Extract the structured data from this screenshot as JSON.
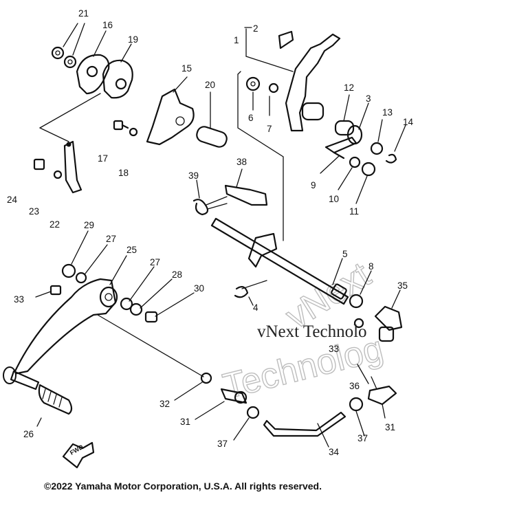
{
  "diagram": {
    "callouts": [
      {
        "id": "21",
        "text": "21"
      },
      {
        "id": "16",
        "text": "16"
      },
      {
        "id": "19",
        "text": "19"
      },
      {
        "id": "15",
        "text": "15"
      },
      {
        "id": "20",
        "text": "20"
      },
      {
        "id": "17",
        "text": "17"
      },
      {
        "id": "18",
        "text": "18"
      },
      {
        "id": "24",
        "text": "24"
      },
      {
        "id": "23",
        "text": "23"
      },
      {
        "id": "22",
        "text": "22"
      },
      {
        "id": "1",
        "text": "1"
      },
      {
        "id": "2",
        "text": "2"
      },
      {
        "id": "6",
        "text": "6"
      },
      {
        "id": "7",
        "text": "7"
      },
      {
        "id": "12",
        "text": "12"
      },
      {
        "id": "3",
        "text": "3"
      },
      {
        "id": "13",
        "text": "13"
      },
      {
        "id": "14",
        "text": "14"
      },
      {
        "id": "9",
        "text": "9"
      },
      {
        "id": "10",
        "text": "10"
      },
      {
        "id": "11",
        "text": "11"
      },
      {
        "id": "39",
        "text": "39"
      },
      {
        "id": "38",
        "text": "38"
      },
      {
        "id": "5",
        "text": "5"
      },
      {
        "id": "8",
        "text": "8"
      },
      {
        "id": "35",
        "text": "35"
      },
      {
        "id": "4",
        "text": "4"
      },
      {
        "id": "29",
        "text": "29"
      },
      {
        "id": "27a",
        "text": "27"
      },
      {
        "id": "25",
        "text": "25"
      },
      {
        "id": "27b",
        "text": "27"
      },
      {
        "id": "28",
        "text": "28"
      },
      {
        "id": "30",
        "text": "30"
      },
      {
        "id": "33a",
        "text": "33"
      },
      {
        "id": "33b",
        "text": "33"
      },
      {
        "id": "36",
        "text": "36"
      },
      {
        "id": "32",
        "text": "32"
      },
      {
        "id": "31a",
        "text": "31"
      },
      {
        "id": "31b",
        "text": "31"
      },
      {
        "id": "37a",
        "text": "37"
      },
      {
        "id": "37b",
        "text": "37"
      },
      {
        "id": "34",
        "text": "34"
      },
      {
        "id": "26",
        "text": "26"
      }
    ],
    "fwd_label": "FWD",
    "watermark_line1": "vNext Technolo",
    "watermark_big1": "vNext",
    "watermark_big2": "Technolog",
    "copyright": "©2022 Yamaha Motor Corporation, U.S.A. All rights reserved."
  }
}
